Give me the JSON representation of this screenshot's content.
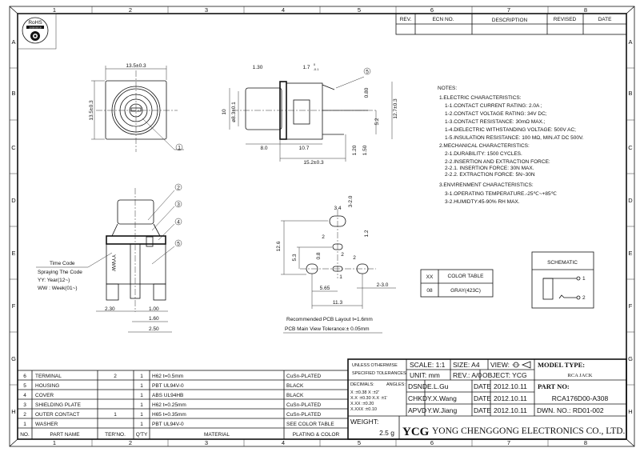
{
  "frame": {
    "columns": [
      "1",
      "2",
      "3",
      "4",
      "5",
      "6",
      "7",
      "8"
    ],
    "rows": [
      "A",
      "B",
      "C",
      "D",
      "E",
      "F",
      "G",
      "H"
    ]
  },
  "revision_table": {
    "headers": [
      "REV.",
      "ECN NO.",
      "DESCRIPTION",
      "REVISED",
      "DATE"
    ]
  },
  "rohs_badge": {
    "title": "RoHS",
    "date": "2005/05/18"
  },
  "front_view": {
    "width_dim": "13.5±0.3",
    "height_dim": "13.5±0.3",
    "callout": "1"
  },
  "side_view": {
    "dims": {
      "d1": "1.30",
      "d2": "1.7",
      "d2_tol_upper": "0",
      "d2_tol_lower": "-0.1",
      "d3": "10",
      "d4": "ø8.3±0.1",
      "d5": "0.80",
      "d6": "5.2",
      "d7": "12.7±0.3",
      "d8": "8.0",
      "d9": "10.7",
      "d10": "1.20",
      "d11": "1.50",
      "d12": "15.2±0.3"
    },
    "callout": "5"
  },
  "bottom_view": {
    "callouts": [
      "2",
      "3",
      "4",
      "5"
    ],
    "date_code_mark": "YYWW",
    "dims": {
      "a": "2.30",
      "b": "1.00",
      "c": "1.60",
      "d": "2.50"
    },
    "time_code": {
      "title": "Time Code",
      "lines": [
        "Spraying The Code",
        "YY:   Year(12~)",
        "WW : Week(01~)"
      ]
    }
  },
  "pcb_layout": {
    "dims": {
      "a": "3.4",
      "b": "3-2.0",
      "c": "12.6",
      "d": "2",
      "e": "1.2",
      "f": "5.3",
      "g": "0.8",
      "h": "2",
      "i": "2",
      "j": "5.65",
      "k": "2-3.0",
      "l": "11.3"
    },
    "pin_label": "1",
    "caption_1": "Recommended PCB Layout t=1.6mm",
    "caption_2": "PCB Main View Tolerance:± 0.05mm"
  },
  "notes": {
    "title": "NOTES:",
    "lines": [
      "1.ELECTRIC CHARACTERISTICS:",
      "1-1.CONTACT CURRENT RATING: 2.0A ;",
      "1-2.CONTACT VOLTAGE RATING: 34V DC;",
      "1-3.CONTACT RESISTANCE: 30mΩ MAX.;",
      "1-4.DIELECTRIC WITHSTANDING VOLTAGE: 500V AC;",
      "1-5.INSULATION RESISTANCE: 100 MΩ, MIN.AT DC 500V.",
      "2.MECHANICAL CHARACTERISTICS:",
      "2-1.DURABILITY: 1500 CYCLES.",
      "2-2.INSERTION AND EXTRACTION FORCE:",
      "2-2.1. INSERTION FORCE:    30N MAX.",
      "2-2.2. EXTRACTION FORCE: 5N~30N",
      "3.ENVIRENMENT CHARACTERISTICS:",
      "3-1.OPERATING TEMPERATURE.-25℃~+85℃",
      "3-2.HUMIDTY:45-90% RH MAX."
    ]
  },
  "color_table": {
    "header_code": "XX",
    "header_label": "COLOR TABLE",
    "code": "08",
    "color": "GRAY(423C)"
  },
  "schematic": {
    "title": "SCHEMATIC",
    "pin1": "1",
    "pin2": "2"
  },
  "parts_table": {
    "headers": [
      "NO.",
      "PART NAME",
      "TER'NO.",
      "Q'TY",
      "MATERIAL",
      "PLATING & COLOR"
    ],
    "rows": [
      {
        "no": "6",
        "name": "TERMINAL",
        "ter": "2",
        "qty": "1",
        "material": "H62  t=0.5mm",
        "plating": "CuSn-PLATED"
      },
      {
        "no": "5",
        "name": "HOUSING",
        "ter": "",
        "qty": "1",
        "material": "PBT  UL94V-0",
        "plating": "BLACK"
      },
      {
        "no": "4",
        "name": "COVER",
        "ter": "",
        "qty": "1",
        "material": "ABS  UL94HB",
        "plating": "BLACK"
      },
      {
        "no": "3",
        "name": "SHIELDING PLATE",
        "ter": "",
        "qty": "1",
        "material": "H62  t=0.25mm",
        "plating": "CuSn-PLATED"
      },
      {
        "no": "2",
        "name": "OUTER CONTACT",
        "ter": "1",
        "qty": "1",
        "material": "H65  t=0.35mm",
        "plating": "CuSn-PLATED"
      },
      {
        "no": "1",
        "name": "WASHER",
        "ter": "",
        "qty": "1",
        "material": "PBT  UL94V-0",
        "plating": "SEE COLOR TABLE"
      }
    ]
  },
  "title_block": {
    "tolerance_title_1": "UNLESS OTHERWISE",
    "tolerance_title_2": "SPECIFIED TOLERANCES",
    "decimals_label": "DECIMALS:",
    "angles_label": "ANGLES:",
    "tol_lines": [
      "X     :±0.38  X   :±2'",
      "X.X   :±0.30  X.X :±1'",
      "X.XX  :±0.20",
      "X.XXX :±0.10"
    ],
    "scale": "SCALE: 1:1",
    "size": "SIZE: A4",
    "view": "VIEW:",
    "unit": "UNIT: mm",
    "rev": "REV.: A/0",
    "object": "OBJECT: YCG",
    "model_type_label": "MODEL TYPE:",
    "model_type": "RCA JACK",
    "dsnd": "DSND",
    "dsnd_name": "E.L.Gu",
    "chkd": "CHKD",
    "chkd_name": "Y.X.Wang",
    "apvd": "APVD",
    "apvd_name": "Y.W.Jiang",
    "date_label": "DATE",
    "dates": [
      "2012.10.11",
      "2012.10.11",
      "2012.10.11"
    ],
    "part_no_label": "PART NO:",
    "part_no": "RCA176D00-A308",
    "dwn_no": "DWN. NO.: RD01-002",
    "weight_label": "WEIGHT:",
    "weight": "2.5 g",
    "logo": "YCG",
    "company": "YONG CHENGGONG ELECTRONICS CO., LTD."
  }
}
